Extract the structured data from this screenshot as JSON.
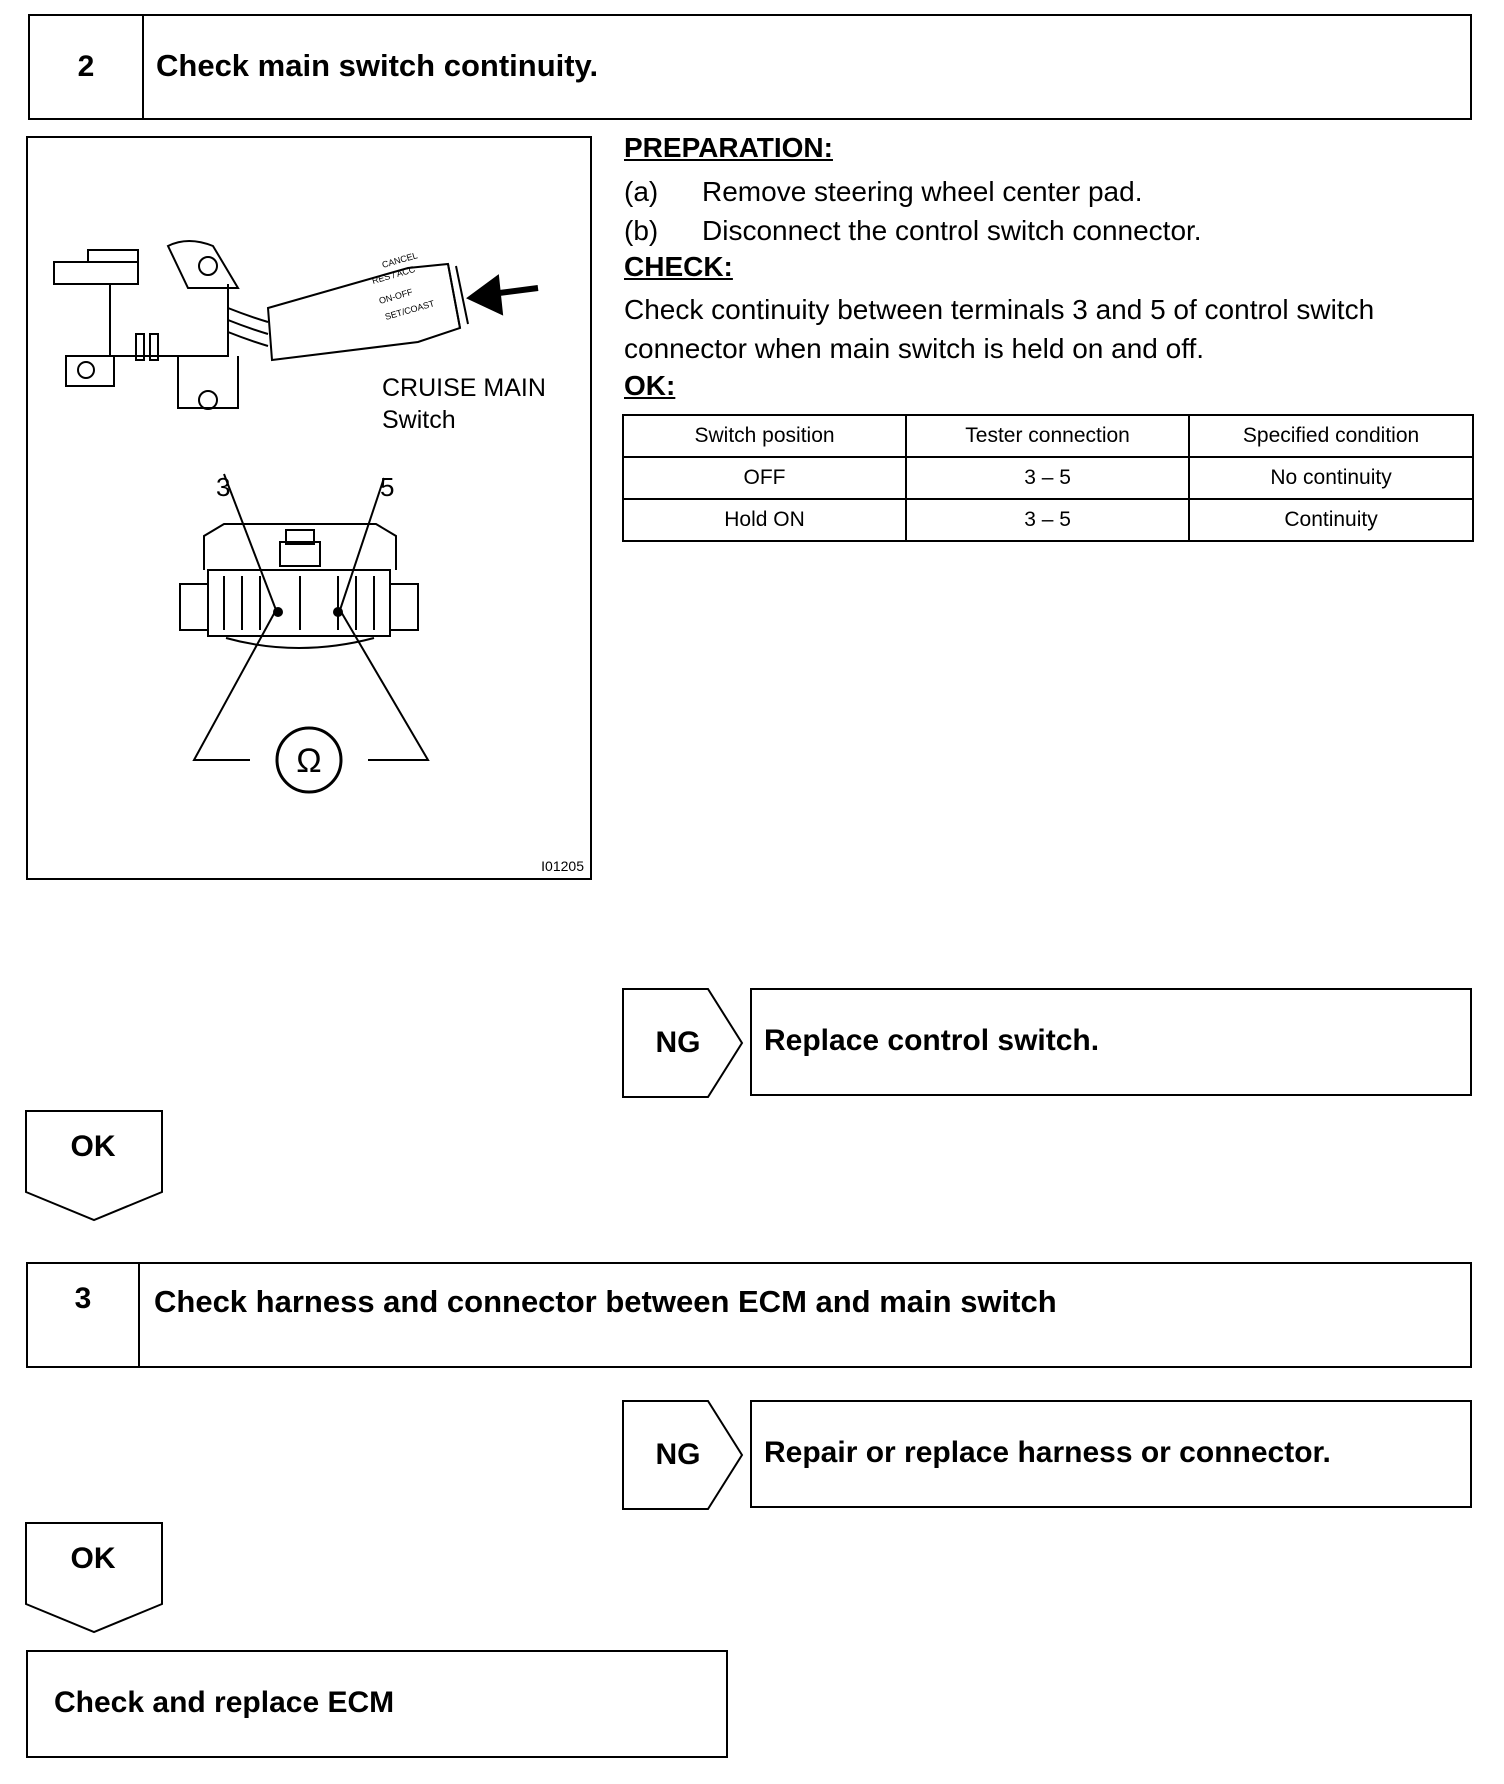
{
  "step2": {
    "number": "2",
    "title": "Check main switch continuity."
  },
  "figure": {
    "switch_label_line1": "CRUISE MAIN",
    "switch_label_line2": "Switch",
    "stalk_markings": [
      "CANCEL",
      "RES / ACC",
      "ON-OFF",
      "SET/COAST"
    ],
    "terminal_left": "3",
    "terminal_right": "5",
    "ohm_symbol": "Ω",
    "figure_id": "I01205"
  },
  "preparation": {
    "heading": "PREPARATION:",
    "items": [
      {
        "marker": "(a)",
        "text": "Remove steering wheel center pad."
      },
      {
        "marker": "(b)",
        "text": "Disconnect the control switch connector."
      }
    ]
  },
  "check": {
    "heading": "CHECK:",
    "line1": "Check continuity between terminals 3 and 5 of control switch",
    "line2": "connector when main switch is held on and off."
  },
  "ok_section": {
    "heading": "OK:",
    "table": {
      "headers": [
        "Switch position",
        "Tester connection",
        "Specified condition"
      ],
      "rows": [
        [
          "OFF",
          "3 – 5",
          "No continuity"
        ],
        [
          "Hold ON",
          "3 – 5",
          "Continuity"
        ]
      ]
    }
  },
  "ng1": {
    "label": "NG",
    "action": "Replace control switch."
  },
  "ok1": {
    "label": "OK"
  },
  "step3": {
    "number": "3",
    "title": "Check harness and connector between ECM and main switch"
  },
  "ng2": {
    "label": "NG",
    "action": "Repair or replace harness or connector."
  },
  "ok2": {
    "label": "OK"
  },
  "final": {
    "text": "Check and replace ECM"
  }
}
